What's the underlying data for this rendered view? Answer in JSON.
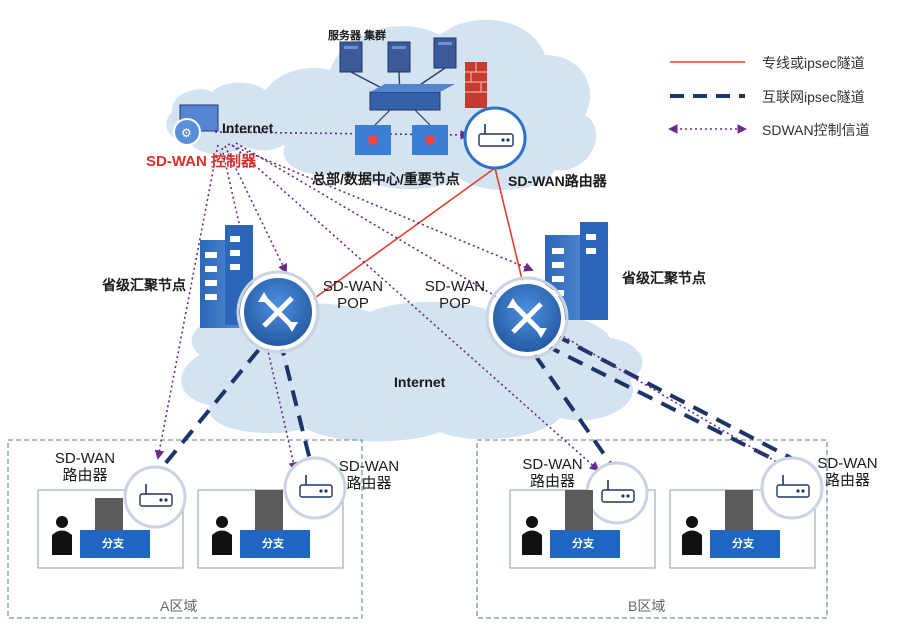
{
  "labels": {
    "server_farm": "服务器\n集群",
    "internet_top": "Internet",
    "controller": "SD-WAN 控制器",
    "hq": "总部/数据中心/重要节点",
    "hq_router": "SD-WAN路由器",
    "province_left": "省级汇聚节点",
    "province_right": "省级汇聚节点",
    "pop_left": "SD-WAN\nPOP",
    "pop_right": "SD-WAN\nPOP",
    "internet_mid": "Internet",
    "router_a1": "SD-WAN\n路由器",
    "router_a2": "SD-WAN\n路由器",
    "router_b1": "SD-WAN\n路由器",
    "router_b2": "SD-WAN\n路由器",
    "branch": "分支",
    "region_a": "A区域",
    "region_b": "B区域"
  },
  "legend": [
    {
      "label": "专线或ipsec隧道",
      "style": "solid",
      "color": "#e0402d"
    },
    {
      "label": "互联网ipsec隧道",
      "style": "dashed",
      "color": "#1d3566"
    },
    {
      "label": "SDWAN控制信道",
      "style": "dotted",
      "color": "#6a2a8a"
    }
  ],
  "colors": {
    "cloud": "#d3e3f1",
    "node_blue": "#2f72c4",
    "red_line": "#e0402d",
    "navy_dash": "#1d3566",
    "purple_dot": "#6a2a8a"
  }
}
